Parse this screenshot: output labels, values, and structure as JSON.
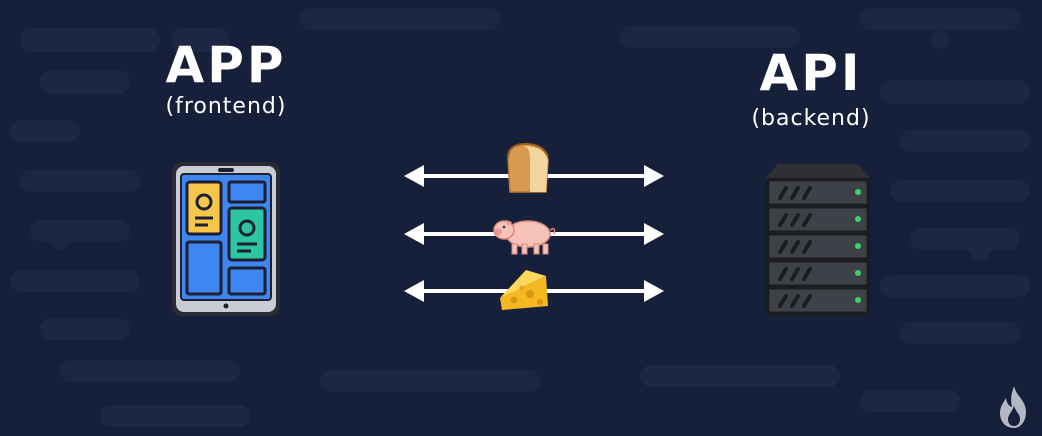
{
  "app": {
    "title": "APP",
    "subtitle": "(frontend)"
  },
  "api": {
    "title": "API",
    "subtitle": "(backend)"
  },
  "exchanges": [
    {
      "item": "bread-icon"
    },
    {
      "item": "pig-icon"
    },
    {
      "item": "cheese-icon"
    }
  ],
  "colors": {
    "background": "#17203a",
    "arrow": "#ffffff",
    "screen": "#3f86f0",
    "card_yellow": "#f6c64a",
    "card_teal": "#2cc6a3",
    "server_body": "#3e4148",
    "server_led": "#37d46a"
  }
}
